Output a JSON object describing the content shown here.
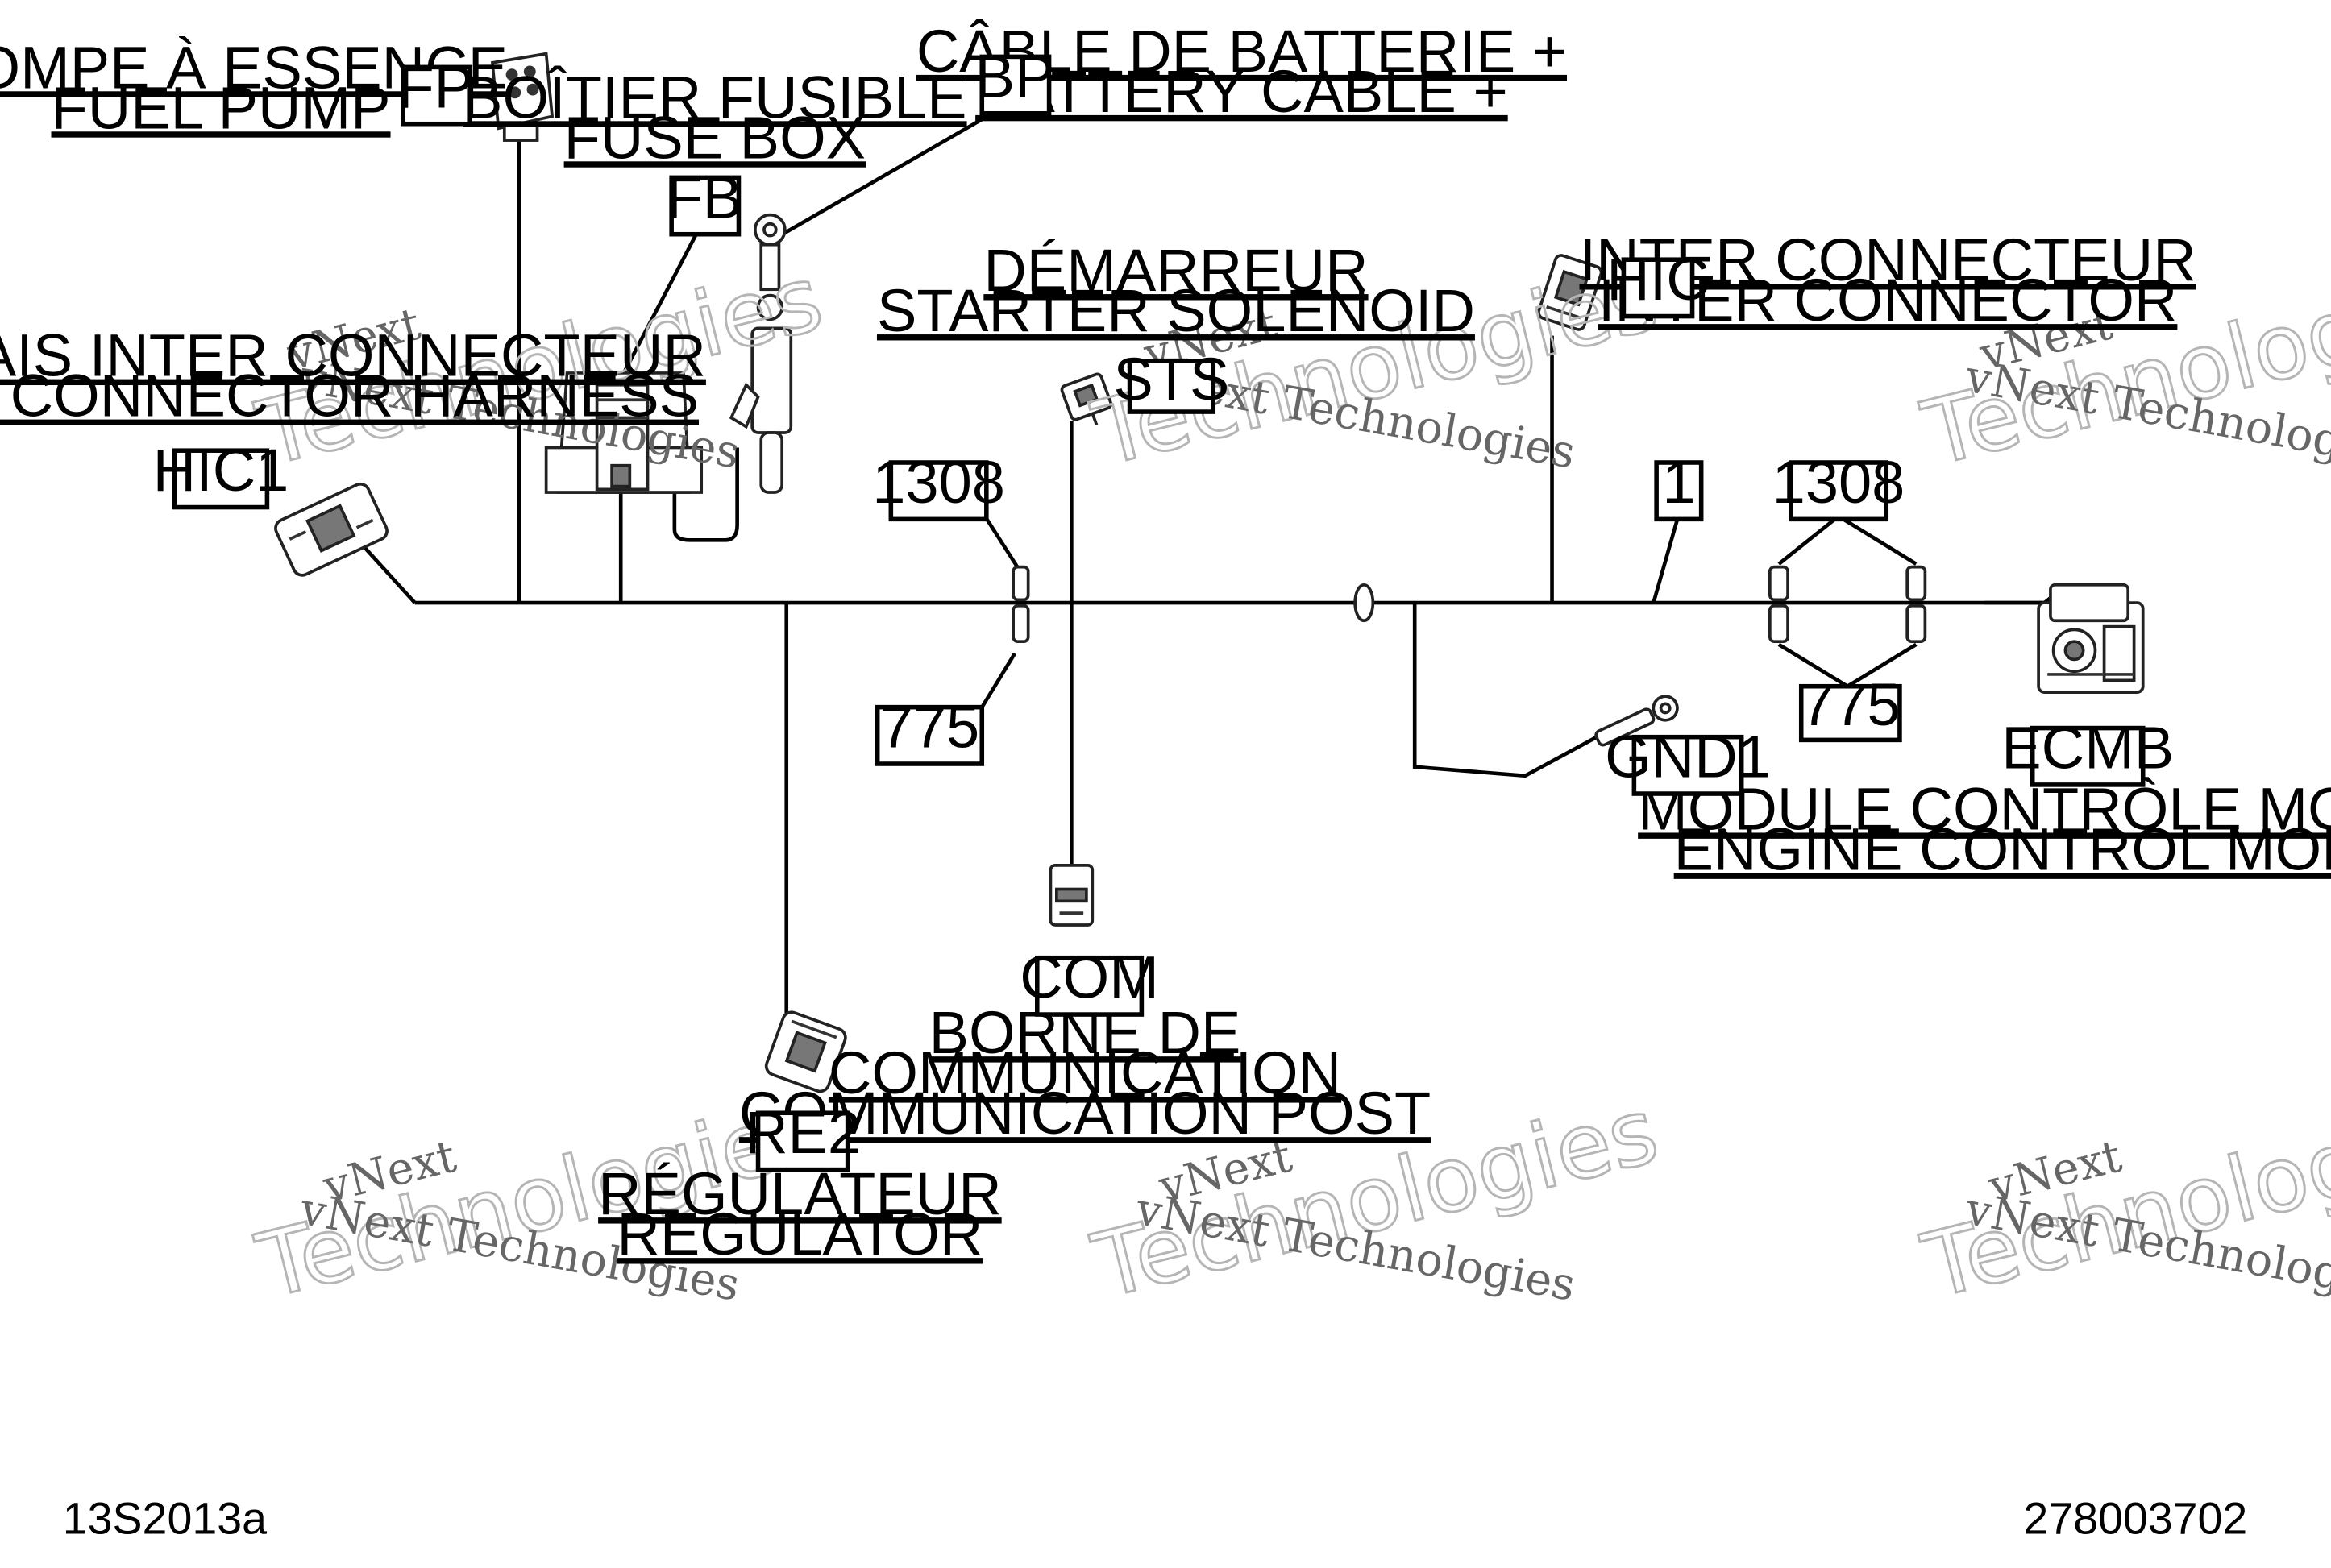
{
  "labels": {
    "fuel_pump_fr": "POMPE À ESSENCE",
    "fuel_pump_en": "FUEL PUMP",
    "fuse_box_fr": "BOÎTIER FUSIBLE",
    "fuse_box_en": "FUSE BOX",
    "battery_fr": "CÂBLE DE BATTERIE +",
    "battery_en": "BATTERY CABLE +",
    "starter_fr": "DÉMARREUR",
    "starter_en": "STARTER SOLENOID",
    "inter_conn_fr": "INTER CONNECTEUR",
    "inter_conn_en": "INTER CONNECTOR",
    "harness_fr": "HARNAIS INTER CONNECTEUR",
    "harness_en": "INTER CONNECTOR HARNESS",
    "ecm_fr": "MODULE CONTRÔLE MOTEUR",
    "ecm_en": "ENGINE CONTROL MODULE",
    "com_fr1": "BORNE DE",
    "com_fr2": "COMMUNICATION",
    "com_en": "COMMUNICATION POST",
    "regulator_fr": "RÉGULATEUR",
    "regulator_en": "REGULATOR"
  },
  "codes": {
    "fp": "FP",
    "bp": "BP",
    "fb": "FB",
    "sts": "STS",
    "hic": "HIC",
    "hic1": "HIC1",
    "n1308_left": "1308",
    "n1": "1",
    "n1308_right": "1308",
    "n775_left": "775",
    "n775_right": "775",
    "gnd1": "GND1",
    "ecmb": "ECMB",
    "com": "COM",
    "re2": "RE2"
  },
  "watermark": {
    "line1": "vNext",
    "line2": "vNext Technologies",
    "line3": "Technologies"
  },
  "footer": {
    "left": "13S2013a",
    "right": "278003702"
  }
}
